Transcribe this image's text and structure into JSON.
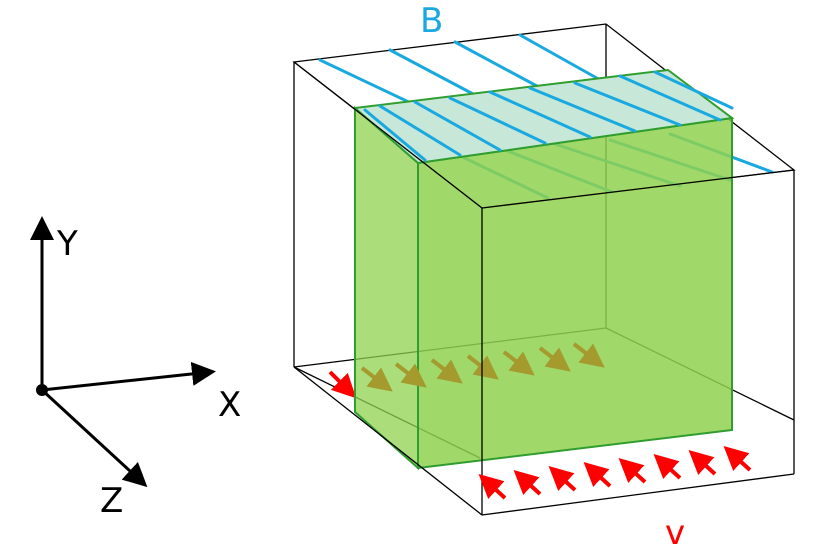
{
  "labels": {
    "field": "B",
    "velocity": "v",
    "x_axis": "X",
    "y_axis": "Y",
    "z_axis": "Z"
  },
  "colors": {
    "field_lines": "#19a9e0",
    "velocity_arrows": "#ff0000",
    "slab_fill": "#8fd14f",
    "slab_edge": "#2f9e2f",
    "edges": "#000000"
  }
}
